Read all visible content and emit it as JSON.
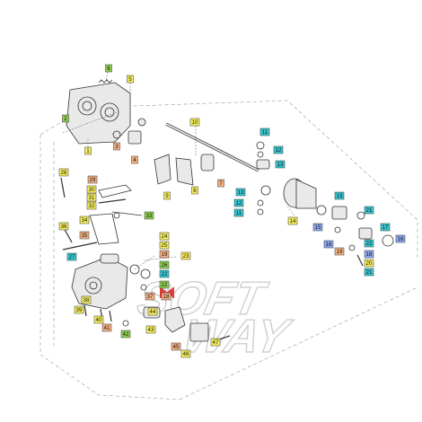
{
  "watermark": {
    "line1": "SOFT",
    "line2": "WAY"
  },
  "colors": {
    "yellow": "#f6ef5e",
    "orange": "#f4b183",
    "green": "#8fd14f",
    "cyan": "#38c7d2",
    "blue": "#8ea9f2",
    "red": "#e43b3b",
    "outline": "#333333"
  },
  "callouts": [
    {
      "id": "c-6",
      "text": "6",
      "color": "green"
    },
    {
      "id": "c-5",
      "text": "5",
      "color": "yellow"
    },
    {
      "id": "c-2",
      "text": "2",
      "color": "green"
    },
    {
      "id": "c-1",
      "text": "1",
      "color": "yellow"
    },
    {
      "id": "c-3",
      "text": "3",
      "color": "orange"
    },
    {
      "id": "c-4",
      "text": "4",
      "color": "orange"
    },
    {
      "id": "c-10",
      "text": "10",
      "color": "yellow"
    },
    {
      "id": "c-11a",
      "text": "11",
      "color": "cyan"
    },
    {
      "id": "c-12a",
      "text": "12",
      "color": "cyan"
    },
    {
      "id": "c-13a",
      "text": "13",
      "color": "cyan"
    },
    {
      "id": "c-28",
      "text": "28",
      "color": "yellow"
    },
    {
      "id": "c-29",
      "text": "29",
      "color": "orange"
    },
    {
      "id": "c-30",
      "text": "30",
      "color": "yellow"
    },
    {
      "id": "c-31",
      "text": "31",
      "color": "yellow"
    },
    {
      "id": "c-32",
      "text": "32",
      "color": "yellow"
    },
    {
      "id": "c-9",
      "text": "9",
      "color": "yellow"
    },
    {
      "id": "c-8",
      "text": "8",
      "color": "yellow"
    },
    {
      "id": "c-7",
      "text": "7",
      "color": "orange"
    },
    {
      "id": "c-13b",
      "text": "13",
      "color": "cyan"
    },
    {
      "id": "c-12b",
      "text": "12",
      "color": "cyan"
    },
    {
      "id": "c-11b",
      "text": "11",
      "color": "cyan"
    },
    {
      "id": "c-14",
      "text": "14",
      "color": "yellow"
    },
    {
      "id": "c-33",
      "text": "33",
      "color": "green"
    },
    {
      "id": "c-34",
      "text": "34",
      "color": "yellow"
    },
    {
      "id": "c-36",
      "text": "36",
      "color": "yellow"
    },
    {
      "id": "c-35",
      "text": "35",
      "color": "orange"
    },
    {
      "id": "c-24",
      "text": "24",
      "color": "yellow"
    },
    {
      "id": "c-25",
      "text": "25",
      "color": "yellow"
    },
    {
      "id": "c-19a",
      "text": "19",
      "color": "orange"
    },
    {
      "id": "c-23",
      "text": "23",
      "color": "yellow"
    },
    {
      "id": "c-27",
      "text": "27",
      "color": "cyan"
    },
    {
      "id": "c-26",
      "text": "26",
      "color": "green"
    },
    {
      "id": "c-22a",
      "text": "22",
      "color": "cyan"
    },
    {
      "id": "c-15",
      "text": "15",
      "color": "blue"
    },
    {
      "id": "c-16a",
      "text": "16",
      "color": "blue"
    },
    {
      "id": "c-13c",
      "text": "13",
      "color": "cyan"
    },
    {
      "id": "c-21a",
      "text": "21",
      "color": "cyan"
    },
    {
      "id": "c-17",
      "text": "17",
      "color": "cyan"
    },
    {
      "id": "c-16b",
      "text": "16",
      "color": "blue"
    },
    {
      "id": "c-19b",
      "text": "19",
      "color": "orange"
    },
    {
      "id": "c-22b",
      "text": "22",
      "color": "cyan"
    },
    {
      "id": "c-18a",
      "text": "18",
      "color": "blue"
    },
    {
      "id": "c-20",
      "text": "20",
      "color": "yellow"
    },
    {
      "id": "c-21b",
      "text": "21",
      "color": "cyan"
    },
    {
      "id": "c-22c",
      "text": "22",
      "color": "green"
    },
    {
      "id": "c-37",
      "text": "37",
      "color": "orange"
    },
    {
      "id": "c-18b",
      "text": "18",
      "color": "orange"
    },
    {
      "id": "c-38",
      "text": "38",
      "color": "yellow"
    },
    {
      "id": "c-39",
      "text": "39",
      "color": "yellow"
    },
    {
      "id": "c-40",
      "text": "40",
      "color": "yellow"
    },
    {
      "id": "c-41",
      "text": "41",
      "color": "orange"
    },
    {
      "id": "c-42",
      "text": "42",
      "color": "green"
    },
    {
      "id": "c-43",
      "text": "43",
      "color": "yellow"
    },
    {
      "id": "c-44",
      "text": "44",
      "color": "yellow"
    },
    {
      "id": "c-45",
      "text": "45",
      "color": "orange"
    },
    {
      "id": "c-46",
      "text": "46",
      "color": "yellow"
    },
    {
      "id": "c-47",
      "text": "47",
      "color": "yellow"
    }
  ]
}
